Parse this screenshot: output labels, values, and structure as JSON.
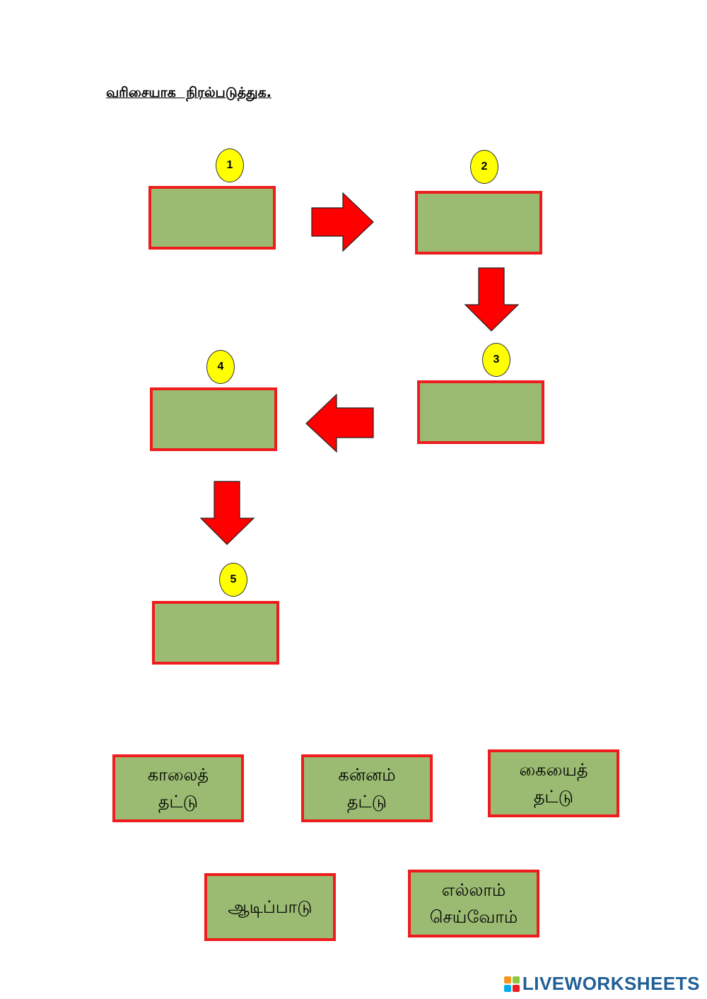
{
  "worksheet": {
    "title": "வரிசையாக நிரல்படுத்துக."
  },
  "slots": [
    {
      "number": "1"
    },
    {
      "number": "2"
    },
    {
      "number": "3"
    },
    {
      "number": "4"
    },
    {
      "number": "5"
    }
  ],
  "answer_cards": [
    {
      "lines": [
        "காலைத்",
        "தட்டு"
      ]
    },
    {
      "lines": [
        "கன்னம்",
        "தட்டு"
      ]
    },
    {
      "lines": [
        "கையைத்",
        "தட்டு"
      ]
    },
    {
      "lines": [
        "ஆடிப்பாடு"
      ]
    },
    {
      "lines": [
        "எல்லாம்",
        "செய்வோம்"
      ]
    }
  ],
  "branding": {
    "name": "LIVEWORKSHEETS",
    "logo_colors": [
      "#f7941d",
      "#8dc63f",
      "#00aeef",
      "#ed1c24"
    ]
  },
  "colors": {
    "box_fill": "#9bbb73",
    "box_border": "#ee1c1c",
    "arrow": "#ff0000",
    "badge": "#ffff00"
  }
}
